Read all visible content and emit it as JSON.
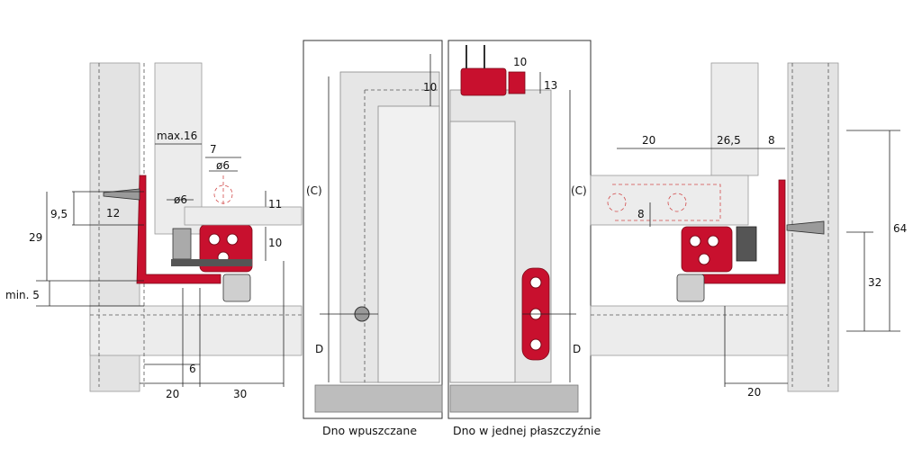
{
  "labels": {
    "max16": "max.16",
    "d7": "7",
    "phi6a": "ø6",
    "phi6b": "ø6",
    "d11": "11",
    "d10a": "10",
    "d12": "12",
    "d95": "9,5",
    "d29": "29",
    "min5": "min. 5",
    "d6": "6",
    "d20a": "20",
    "d30": "30",
    "c1": "(C)",
    "dLeft": "D",
    "d10b": "10",
    "d10c": "10",
    "d13": "13",
    "c2": "(C)",
    "dRight": "D",
    "d20b": "20",
    "d265": "26,5",
    "d8a": "8",
    "d8b": "8",
    "d64": "64",
    "d32": "32",
    "d20c": "20"
  },
  "captions": {
    "left": "Dno wpuszczane",
    "right": "Dno w jednej płaszczyźnie"
  },
  "colors": {
    "accent": "#c8102e",
    "panel": "#e3e3e3"
  }
}
